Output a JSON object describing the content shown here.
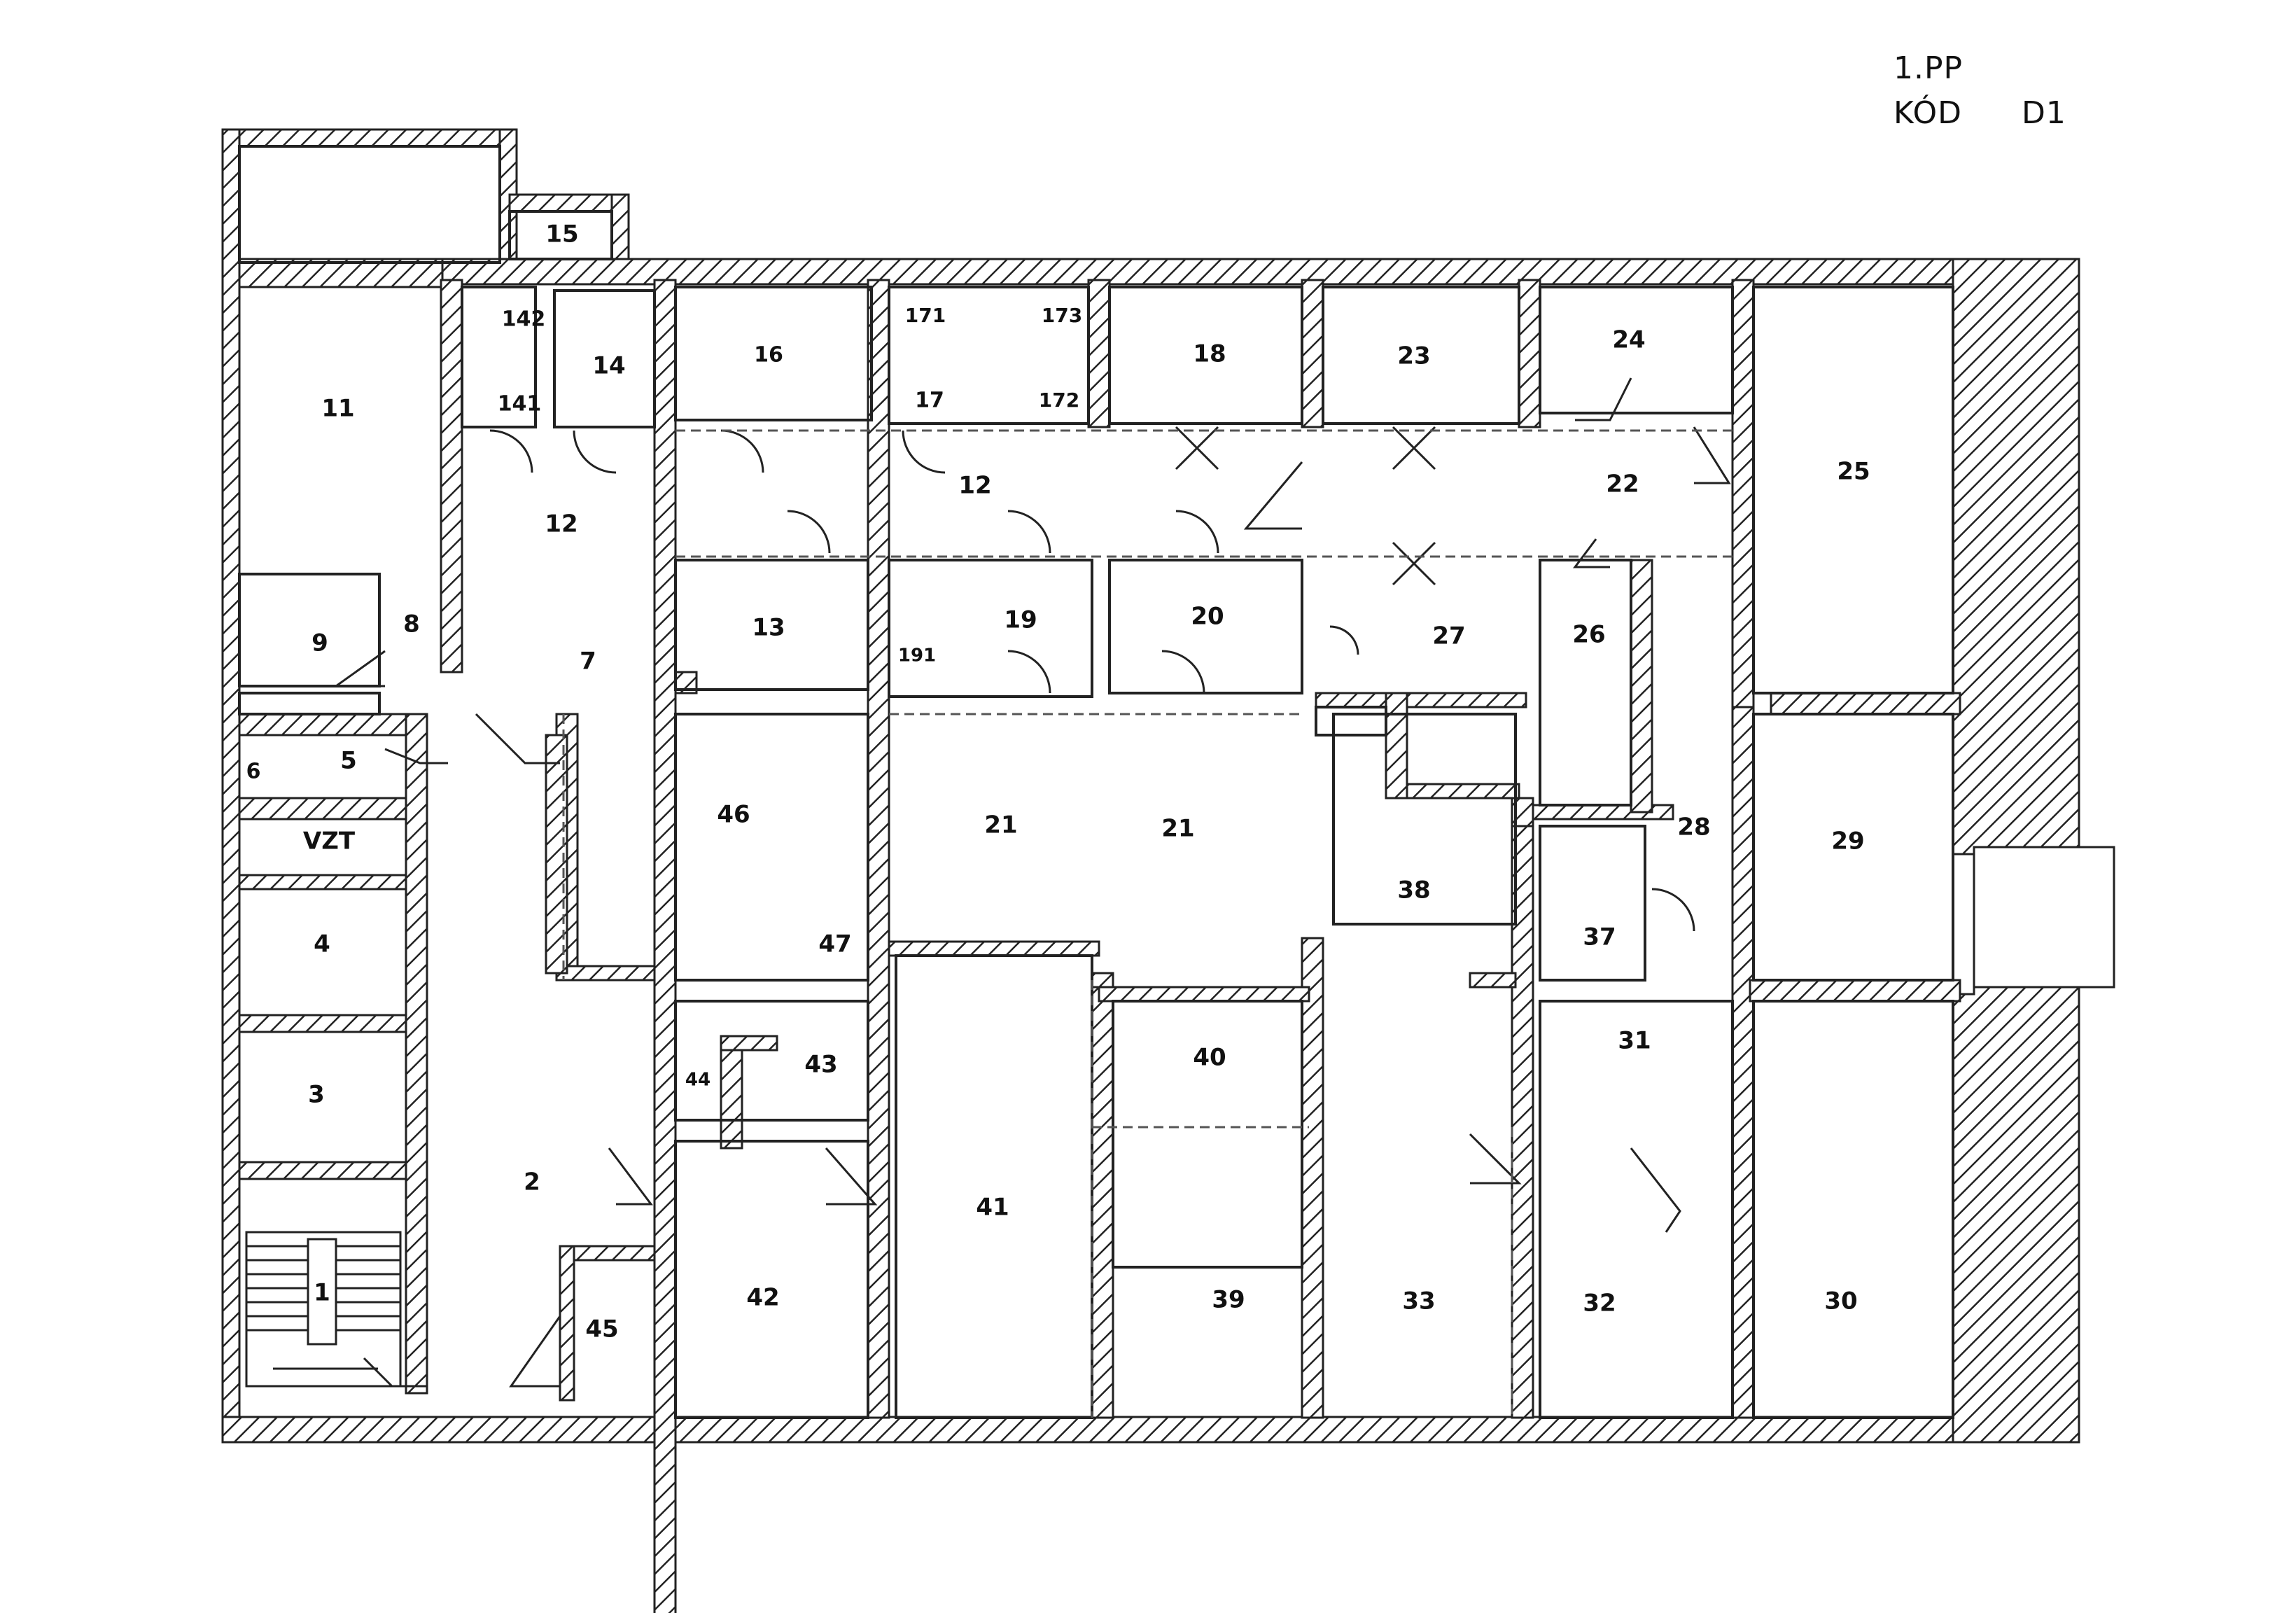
{
  "header": {
    "floor": "1.PP",
    "code_label": "KÓD",
    "code_value": "D1"
  },
  "rooms": [
    {
      "id": "r1",
      "label": "1"
    },
    {
      "id": "r2",
      "label": "2"
    },
    {
      "id": "r3",
      "label": "3"
    },
    {
      "id": "r4",
      "label": "4"
    },
    {
      "id": "r5",
      "label": "5"
    },
    {
      "id": "r6",
      "label": "6"
    },
    {
      "id": "rvzt",
      "label": "VZT"
    },
    {
      "id": "r7",
      "label": "7"
    },
    {
      "id": "r8",
      "label": "8"
    },
    {
      "id": "r9",
      "label": "9"
    },
    {
      "id": "r11",
      "label": "11"
    },
    {
      "id": "r12a",
      "label": "12"
    },
    {
      "id": "r12b",
      "label": "12"
    },
    {
      "id": "r13",
      "label": "13"
    },
    {
      "id": "r14",
      "label": "14"
    },
    {
      "id": "r15",
      "label": "15"
    },
    {
      "id": "r16",
      "label": "16"
    },
    {
      "id": "r17",
      "label": "17"
    },
    {
      "id": "r18",
      "label": "18"
    },
    {
      "id": "r19",
      "label": "19"
    },
    {
      "id": "r20",
      "label": "20"
    },
    {
      "id": "r21a",
      "label": "21"
    },
    {
      "id": "r21b",
      "label": "21"
    },
    {
      "id": "r22",
      "label": "22"
    },
    {
      "id": "r23",
      "label": "23"
    },
    {
      "id": "r24",
      "label": "24"
    },
    {
      "id": "r25",
      "label": "25"
    },
    {
      "id": "r26",
      "label": "26"
    },
    {
      "id": "r27",
      "label": "27"
    },
    {
      "id": "r28",
      "label": "28"
    },
    {
      "id": "r29",
      "label": "29"
    },
    {
      "id": "r30",
      "label": "30"
    },
    {
      "id": "r31",
      "label": "31"
    },
    {
      "id": "r32",
      "label": "32"
    },
    {
      "id": "r33",
      "label": "33"
    },
    {
      "id": "r37",
      "label": "37"
    },
    {
      "id": "r38",
      "label": "38"
    },
    {
      "id": "r39",
      "label": "39"
    },
    {
      "id": "r40",
      "label": "40"
    },
    {
      "id": "r41",
      "label": "41"
    },
    {
      "id": "r42",
      "label": "42"
    },
    {
      "id": "r43",
      "label": "43"
    },
    {
      "id": "r44",
      "label": "44"
    },
    {
      "id": "r45",
      "label": "45"
    },
    {
      "id": "r46",
      "label": "46"
    },
    {
      "id": "r47",
      "label": "47"
    },
    {
      "id": "r141",
      "label": "141"
    },
    {
      "id": "r142",
      "label": "142"
    },
    {
      "id": "r171",
      "label": "171"
    },
    {
      "id": "r172",
      "label": "172"
    },
    {
      "id": "r173",
      "label": "173"
    },
    {
      "id": "r191",
      "label": "191"
    }
  ]
}
